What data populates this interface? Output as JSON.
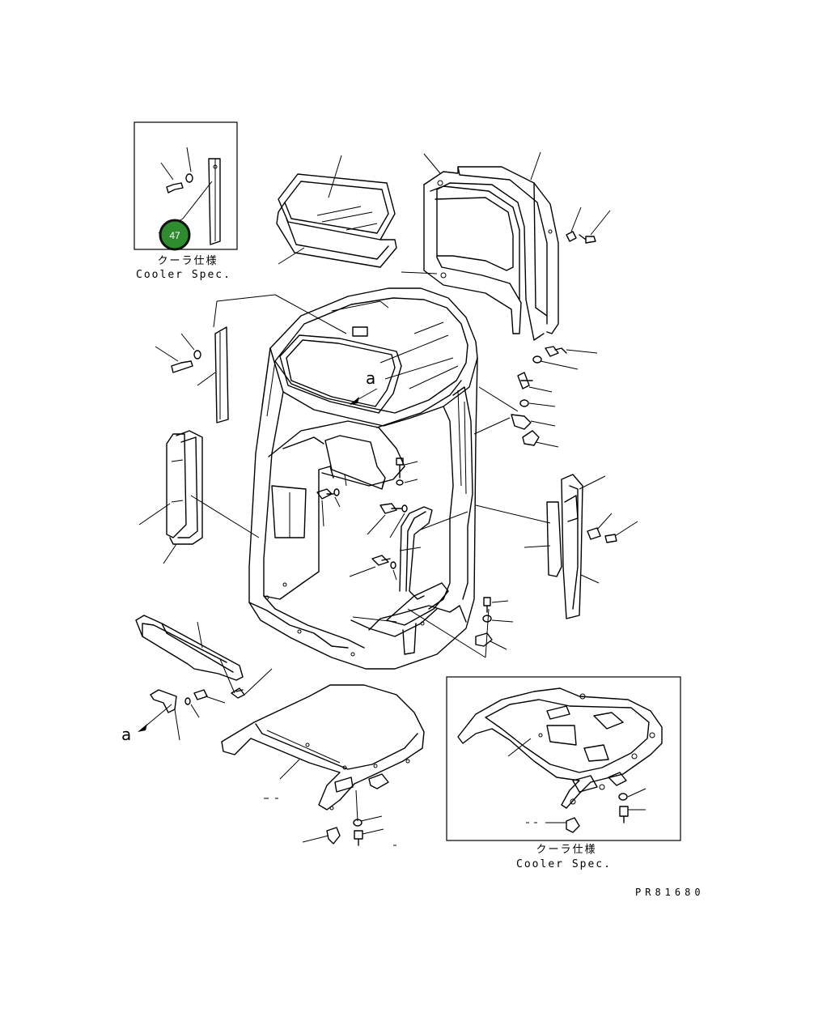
{
  "inset_top": {
    "caption_jp": "クーラ仕様",
    "caption_en": "Cooler Spec."
  },
  "inset_bottom": {
    "caption_jp": "クーラ仕様",
    "caption_en": "Cooler Spec."
  },
  "callout_badge": {
    "number": "47",
    "color": "#2e8b2e"
  },
  "view_markers": {
    "arrow_a_main": "a",
    "arrow_a_bracket": "a"
  },
  "drawing_code": "PR81680"
}
